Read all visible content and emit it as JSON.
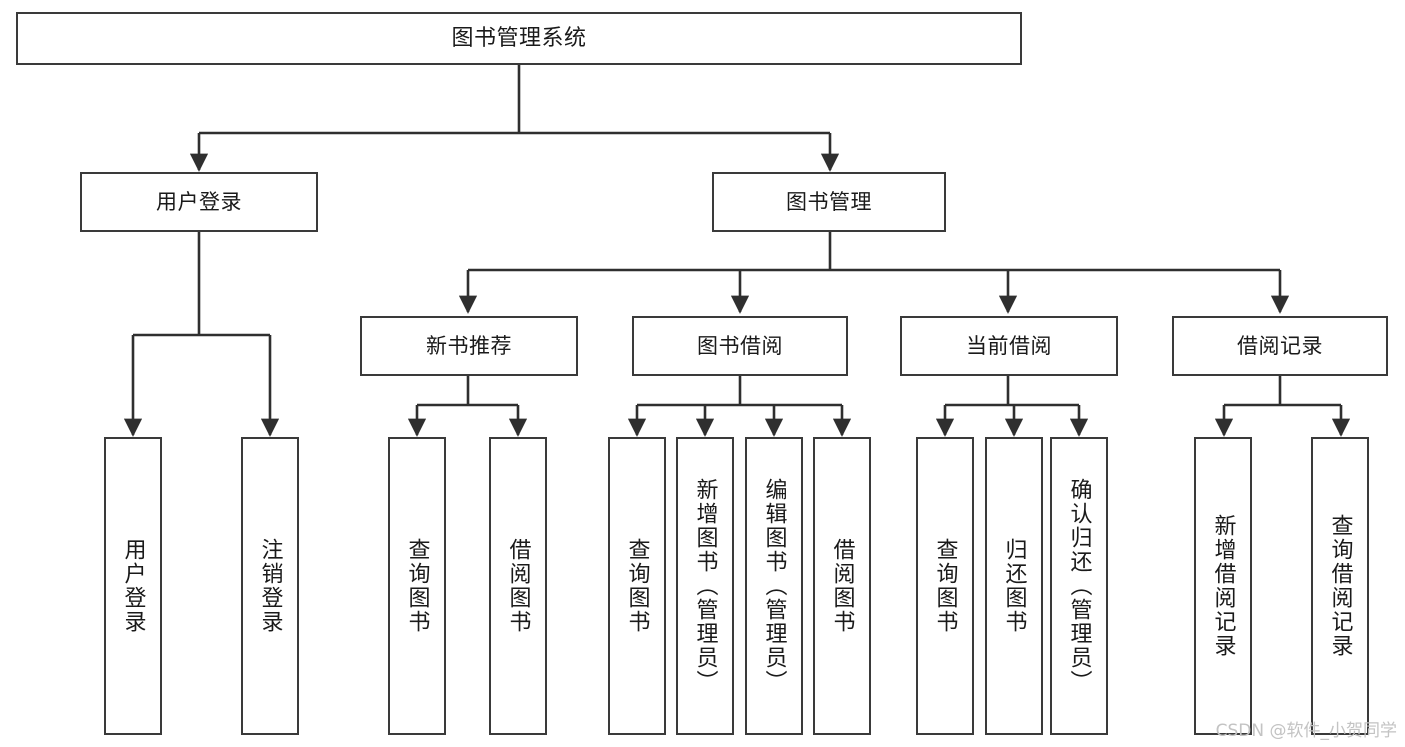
{
  "diagram": {
    "type": "tree",
    "title": "图书管理系统",
    "watermark": "CSDN @软件_小贺同学",
    "colors": {
      "box_border": "#3a3a3a",
      "box_fill": "#ffffff",
      "edge": "#2f2f2f",
      "text": "#1a1a1a",
      "watermark": "#c3c3c3"
    },
    "nodes": {
      "root": {
        "label": "图书管理系统",
        "level": 0
      },
      "login": {
        "label": "用户登录",
        "level": 1
      },
      "bookmgmt": {
        "label": "图书管理",
        "level": 1
      },
      "newbook": {
        "label": "新书推荐",
        "level": 2
      },
      "borrow": {
        "label": "图书借阅",
        "level": 2
      },
      "current": {
        "label": "当前借阅",
        "level": 2
      },
      "records": {
        "label": "借阅记录",
        "level": 2
      },
      "leaf_user_login": {
        "label": "用户登录",
        "level": 3
      },
      "leaf_user_logout": {
        "label": "注销登录",
        "level": 3
      },
      "leaf_new_query": {
        "label": "查询图书",
        "level": 3
      },
      "leaf_new_borrow": {
        "label": "借阅图书",
        "level": 3
      },
      "leaf_borrow_query": {
        "label": "查询图书",
        "level": 3
      },
      "leaf_borrow_add": {
        "label": "新增图书（管理员）",
        "level": 3
      },
      "leaf_borrow_edit": {
        "label": "编辑图书（管理员）",
        "level": 3
      },
      "leaf_borrow_lend": {
        "label": "借阅图书",
        "level": 3
      },
      "leaf_cur_query": {
        "label": "查询图书",
        "level": 3
      },
      "leaf_cur_return": {
        "label": "归还图书",
        "level": 3
      },
      "leaf_cur_confirm": {
        "label": "确认归还（管理员）",
        "level": 3
      },
      "leaf_rec_add": {
        "label": "新增借阅记录",
        "level": 3
      },
      "leaf_rec_query": {
        "label": "查询借阅记录",
        "level": 3
      }
    },
    "edges": [
      {
        "from": "root",
        "to": "login"
      },
      {
        "from": "root",
        "to": "bookmgmt"
      },
      {
        "from": "bookmgmt",
        "to": "newbook"
      },
      {
        "from": "bookmgmt",
        "to": "borrow"
      },
      {
        "from": "bookmgmt",
        "to": "current"
      },
      {
        "from": "bookmgmt",
        "to": "records"
      },
      {
        "from": "login",
        "to": "leaf_user_login"
      },
      {
        "from": "login",
        "to": "leaf_user_logout"
      },
      {
        "from": "newbook",
        "to": "leaf_new_query"
      },
      {
        "from": "newbook",
        "to": "leaf_new_borrow"
      },
      {
        "from": "borrow",
        "to": "leaf_borrow_query"
      },
      {
        "from": "borrow",
        "to": "leaf_borrow_add"
      },
      {
        "from": "borrow",
        "to": "leaf_borrow_edit"
      },
      {
        "from": "borrow",
        "to": "leaf_borrow_lend"
      },
      {
        "from": "current",
        "to": "leaf_cur_query"
      },
      {
        "from": "current",
        "to": "leaf_cur_return"
      },
      {
        "from": "current",
        "to": "leaf_cur_confirm"
      },
      {
        "from": "records",
        "to": "leaf_rec_add"
      },
      {
        "from": "records",
        "to": "leaf_rec_query"
      }
    ]
  }
}
